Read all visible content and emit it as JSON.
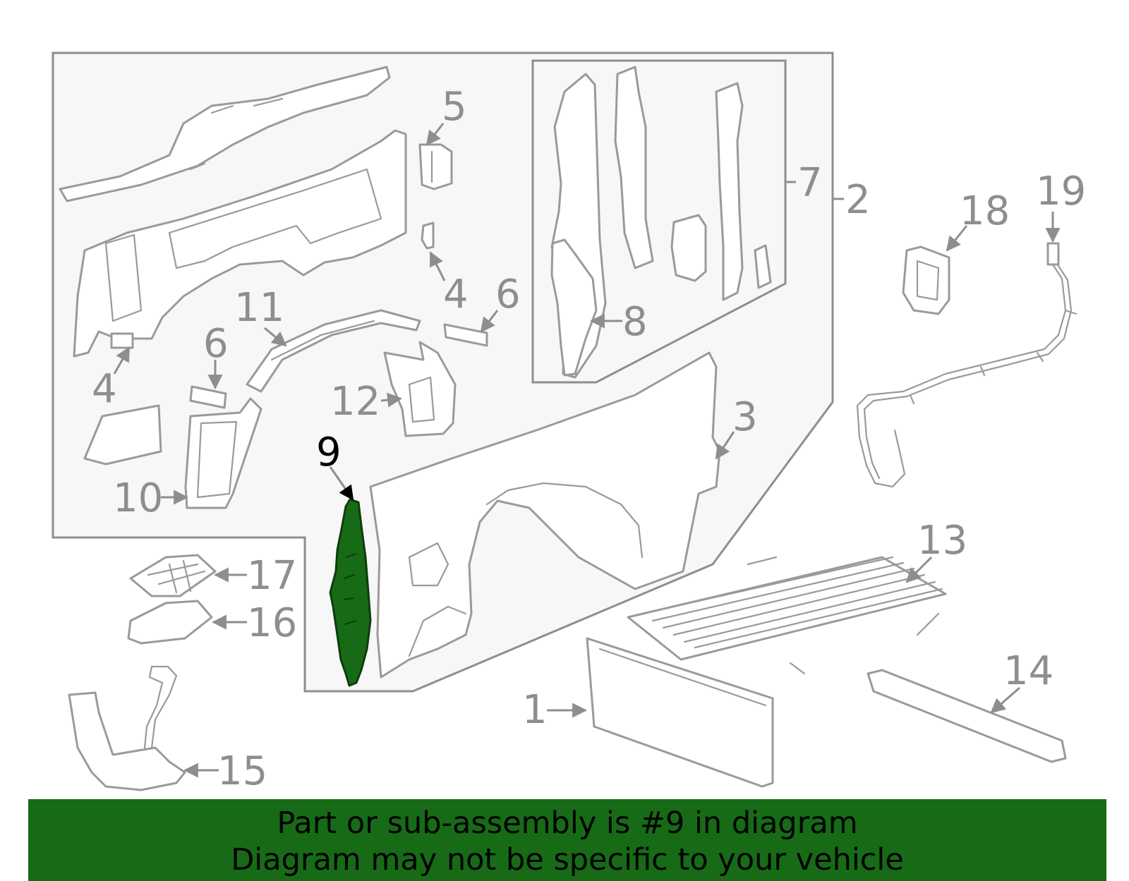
{
  "callouts": {
    "c1": "1",
    "c2": "2",
    "c3": "3",
    "c4a": "4",
    "c4b": "4",
    "c5": "5",
    "c6a": "6",
    "c6b": "6",
    "c7": "7",
    "c8": "8",
    "c9": "9",
    "c10": "10",
    "c11": "11",
    "c12": "12",
    "c13": "13",
    "c14": "14",
    "c15": "15",
    "c16": "16",
    "c17": "17",
    "c18": "18",
    "c19": "19"
  },
  "highlighted_part": "9",
  "colors": {
    "highlight": "#176b17",
    "line": "#9a9a9a",
    "banner": "#176b17"
  },
  "banner": {
    "line1": "Part or sub-assembly is #9 in diagram",
    "line2": "Diagram may not be specific to your vehicle"
  }
}
